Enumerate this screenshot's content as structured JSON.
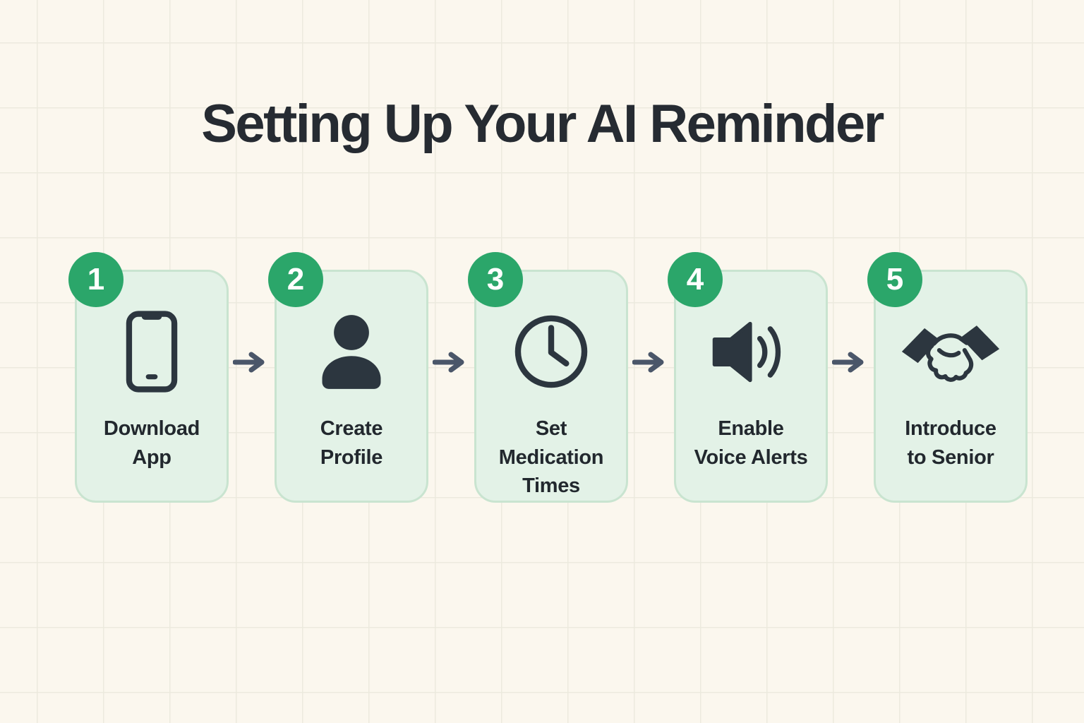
{
  "title": "Setting Up Your AI Reminder",
  "steps": [
    {
      "number": "1",
      "label": "Download\nApp",
      "icon": "smartphone-icon"
    },
    {
      "number": "2",
      "label": "Create\nProfile",
      "icon": "person-icon"
    },
    {
      "number": "3",
      "label": "Set\nMedication\nTimes",
      "icon": "clock-icon"
    },
    {
      "number": "4",
      "label": "Enable\nVoice Alerts",
      "icon": "speaker-icon"
    },
    {
      "number": "5",
      "label": "Introduce\nto Senior",
      "icon": "handshake-icon"
    }
  ],
  "connector_icon": "arrow-right-icon",
  "colors": {
    "background": "#fbf7ee",
    "grid_line": "#eceade",
    "card_fill": "#e3f2e7",
    "card_border": "#c9e4d0",
    "badge_green": "#2ba66a",
    "badge_text": "#ffffff",
    "icon_dark": "#2c363f",
    "arrow": "#4a5669",
    "title_text": "#262b32",
    "label_text": "#22282e"
  }
}
